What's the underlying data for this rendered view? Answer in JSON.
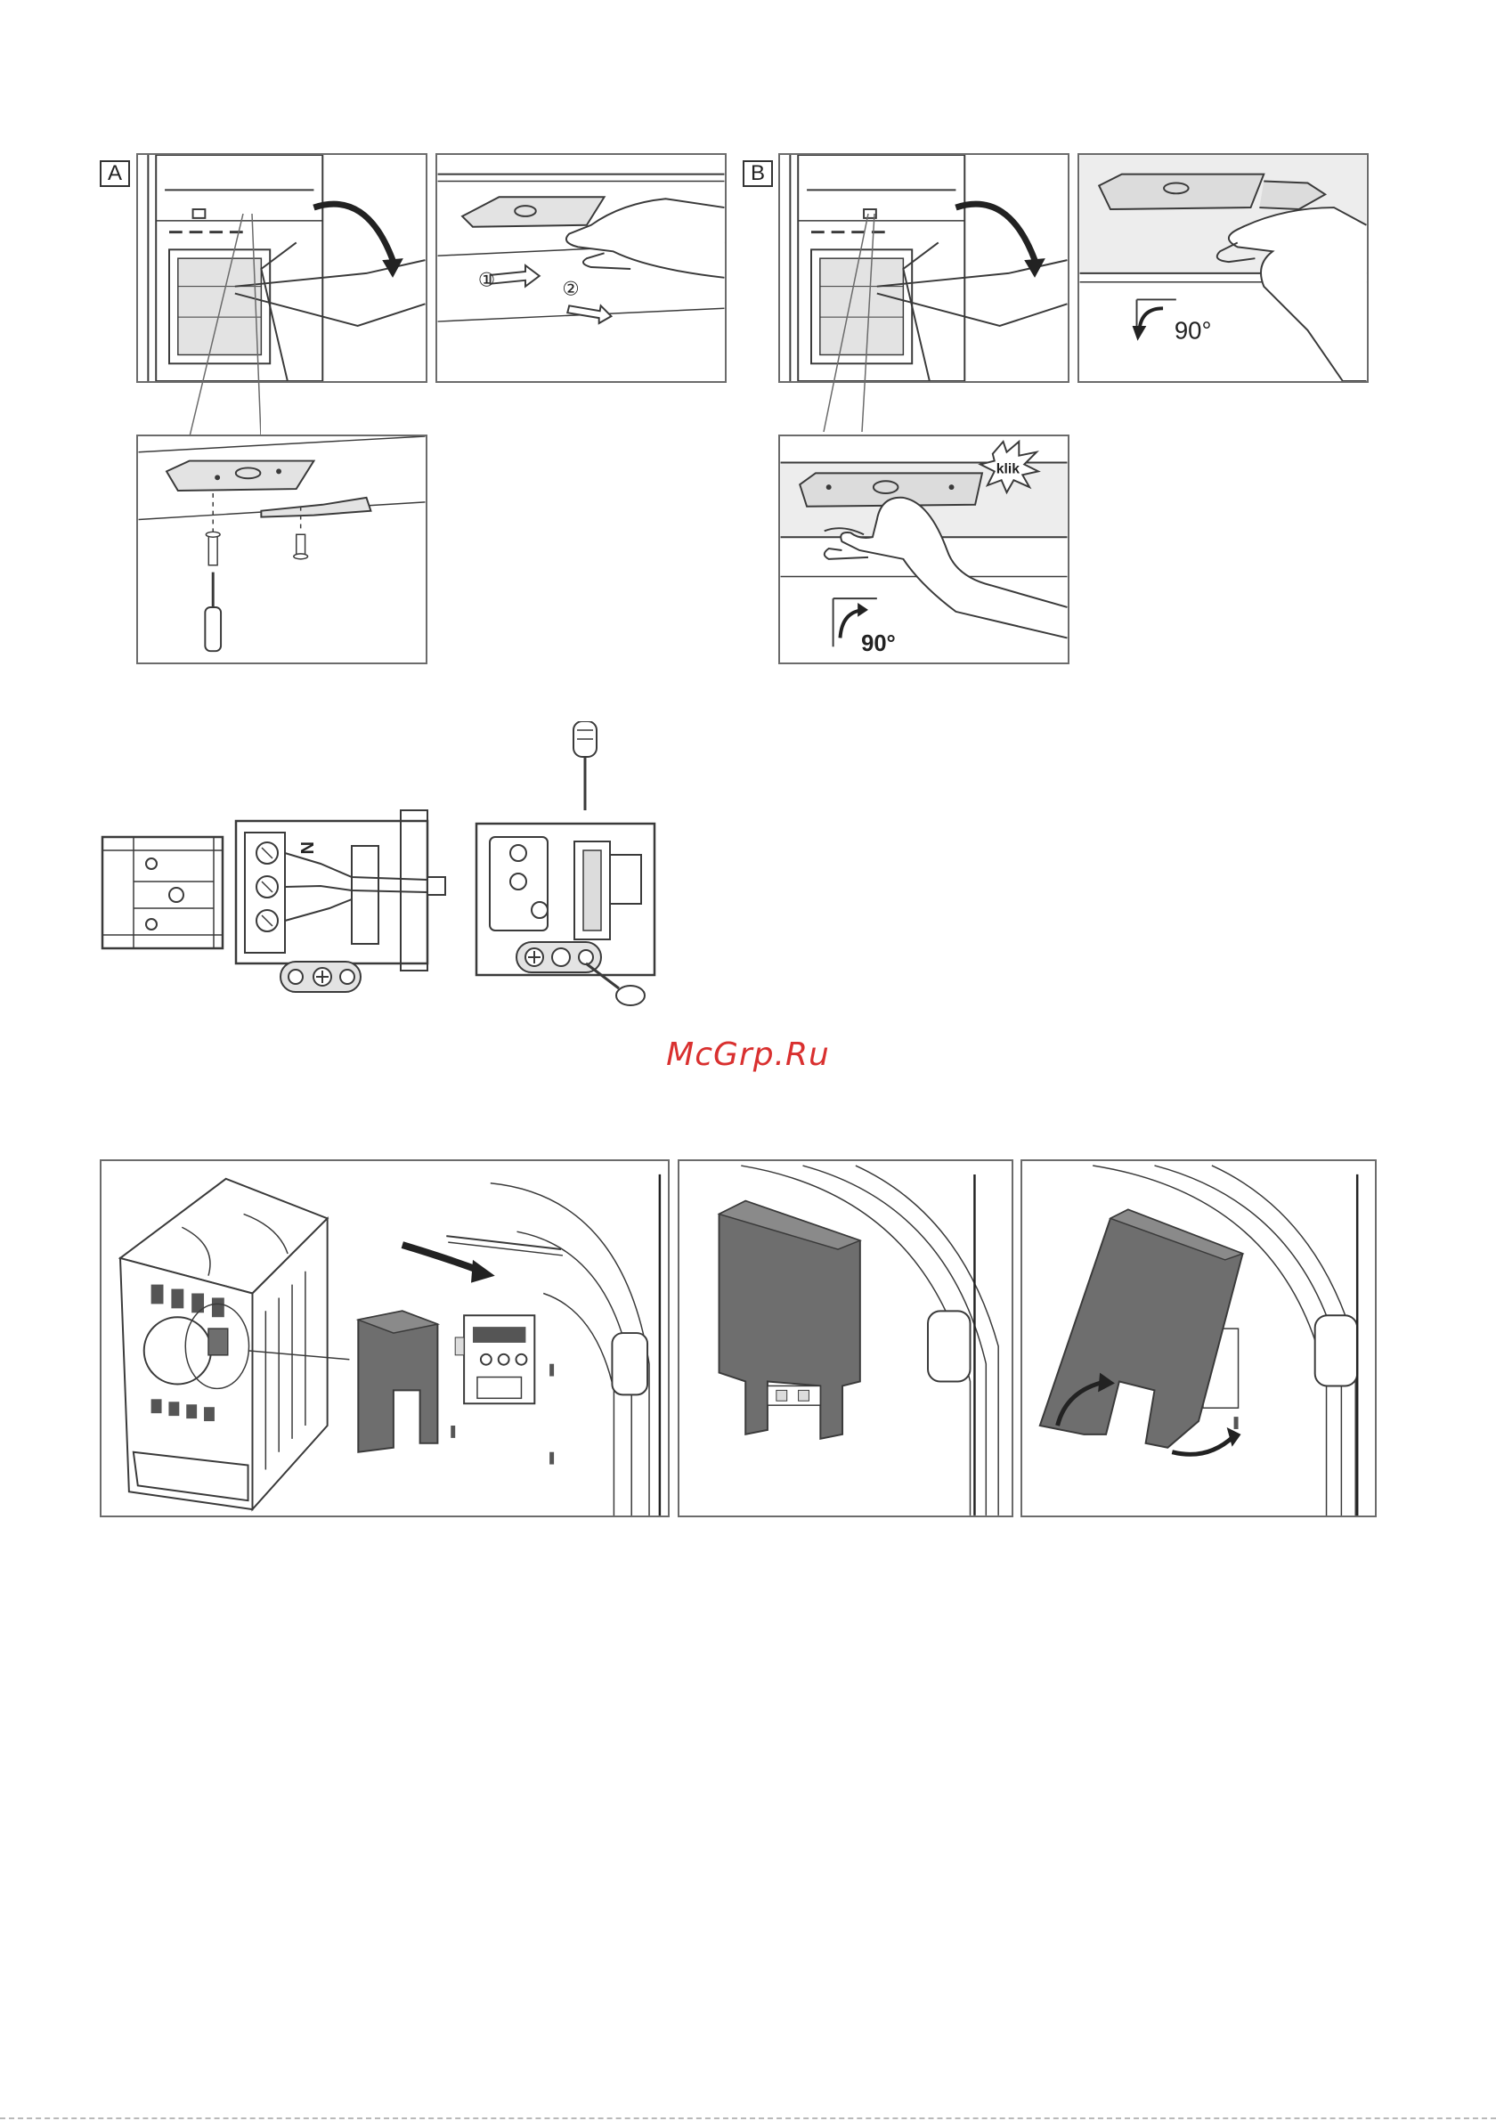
{
  "sections": {
    "a_label": "A",
    "b_label": "B"
  },
  "annotations": {
    "step_one": "①",
    "step_two": "②",
    "angle_b2": "90°",
    "angle_b3": "90°",
    "click_word": "klik",
    "terminal_n": "N"
  },
  "watermark": "McGrp.Ru",
  "colors": {
    "line": "#3a3a3a",
    "panel_border": "#6b6b6b",
    "gray_fill": "#e3e3e3",
    "dark_cover": "#6e6e6e",
    "watermark": "#d9302f"
  }
}
